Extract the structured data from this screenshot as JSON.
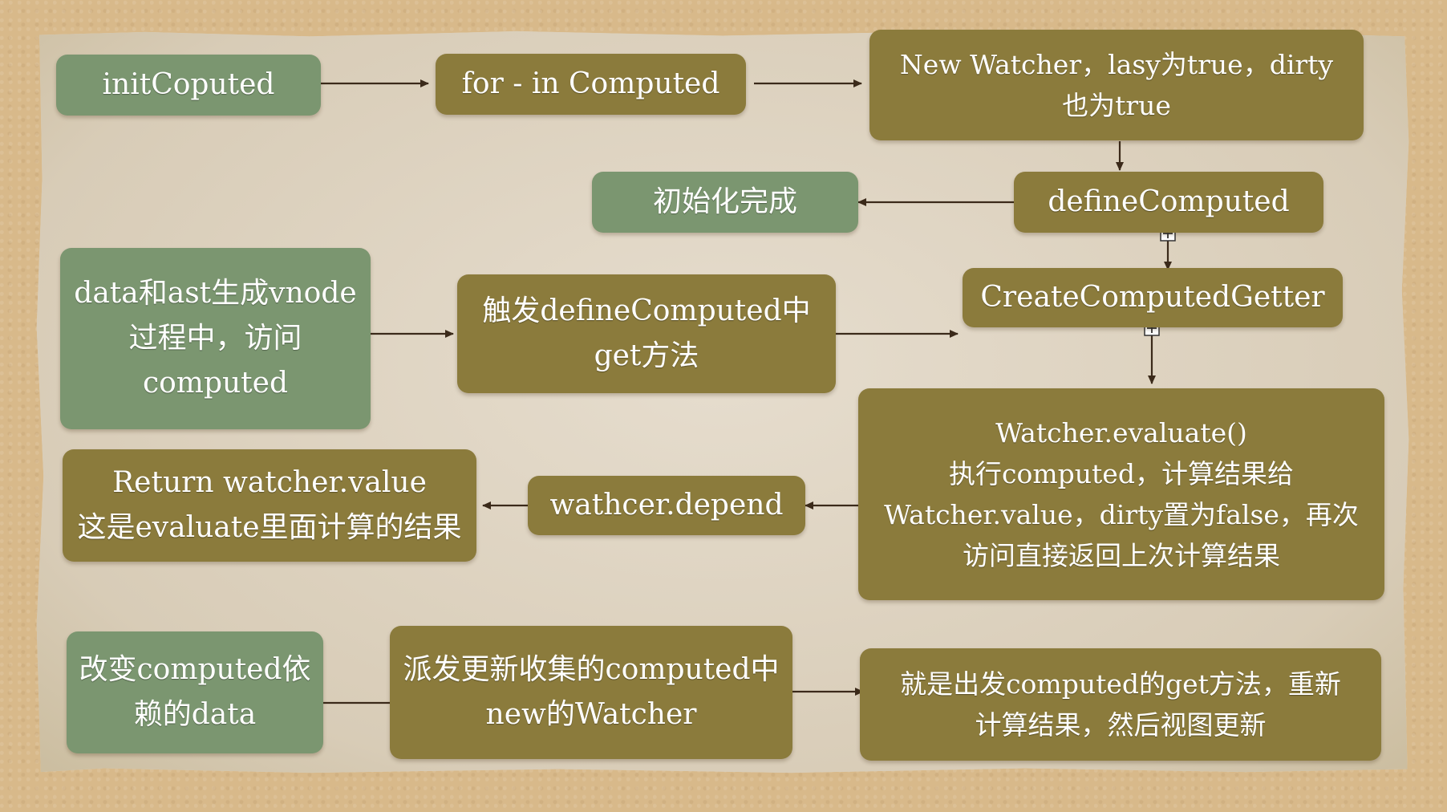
{
  "nodes": {
    "init_coputed": "initCoputed",
    "for_in": "for - in Computed",
    "new_watcher": "New Watcher，lasy为true，dirty\n也为true",
    "init_done": "初始化完成",
    "define_computed": "defineComputed",
    "create_getter": "CreateComputedGetter",
    "data_ast": "data和ast生成vnode\n过程中，访问\ncomputed",
    "trigger_get": "触发defineComputed中\nget方法",
    "evaluate": "Watcher.evaluate()\n执行computed，计算结果给\nWatcher.value，dirty置为false，再次\n访问直接返回上次计算结果",
    "depend": "wathcer.depend",
    "return_value": "Return watcher.value\n这是evaluate里面计算的结果",
    "change_dep": "改变computed依\n赖的data",
    "dispatch": "派发更新收集的computed中\nnew的Watcher",
    "recompute": "就是出发computed的get方法，重新\n计算结果，然后视图更新"
  },
  "colors": {
    "green_box": "#7b9670",
    "olive_box": "#8b7b3c",
    "arrow": "#3b2a1a",
    "paper": "#ded4c2",
    "background": "#d8b98a"
  },
  "edges": [
    [
      "init_coputed",
      "for_in"
    ],
    [
      "for_in",
      "new_watcher"
    ],
    [
      "new_watcher",
      "define_computed"
    ],
    [
      "define_computed",
      "init_done"
    ],
    [
      "define_computed",
      "create_getter"
    ],
    [
      "data_ast",
      "trigger_get"
    ],
    [
      "trigger_get",
      "create_getter"
    ],
    [
      "create_getter",
      "evaluate"
    ],
    [
      "evaluate",
      "depend"
    ],
    [
      "depend",
      "return_value"
    ],
    [
      "change_dep",
      "dispatch"
    ],
    [
      "dispatch",
      "recompute"
    ]
  ]
}
